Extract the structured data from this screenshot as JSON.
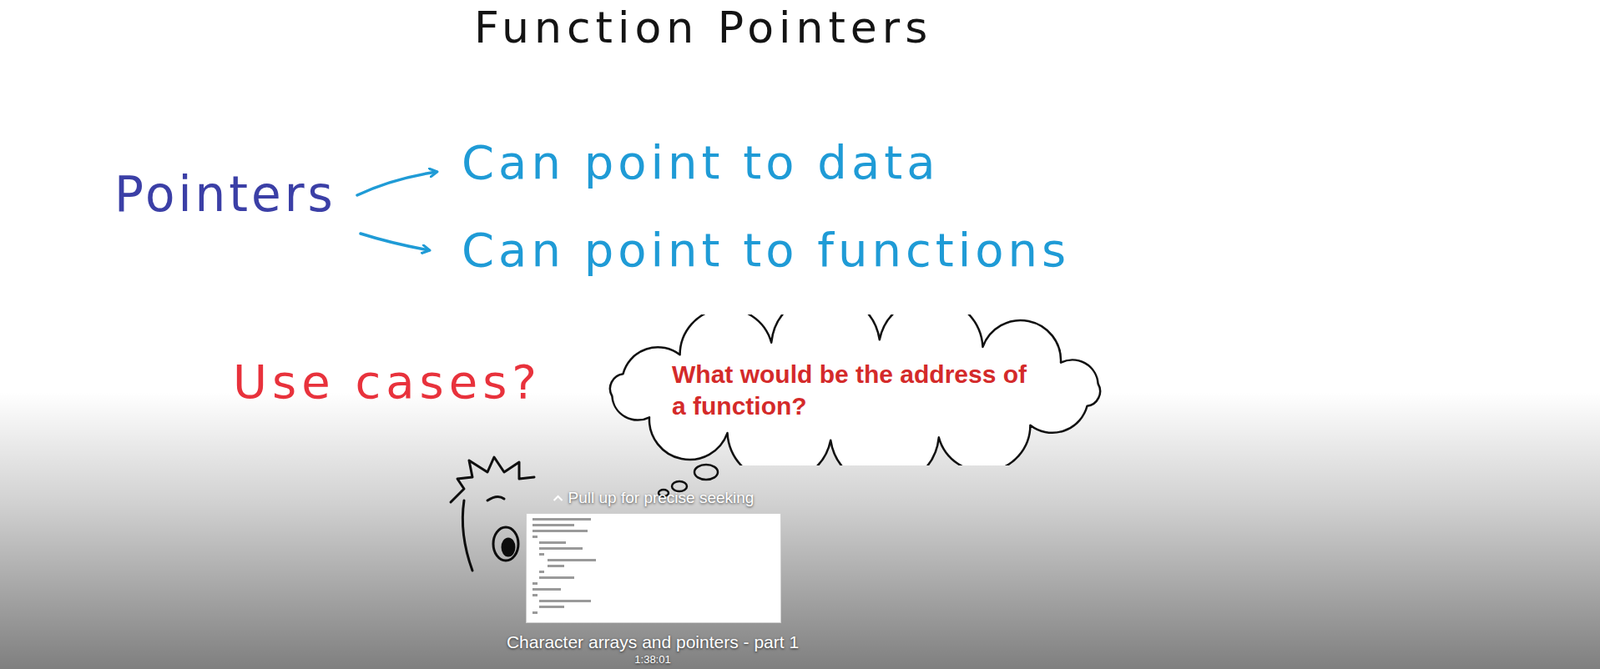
{
  "diagram": {
    "title": "Function Pointers",
    "nodes": [
      {
        "text": [
          "What would be the address of a function?"
        ]
      }
    ],
    "labels": [
      "Pointers",
      "Can point to data",
      "Can point to functions",
      "Use cases?",
      "Pull up for precise seeking",
      "Character arrays and pointers - part 1",
      "1:38:01"
    ]
  }
}
